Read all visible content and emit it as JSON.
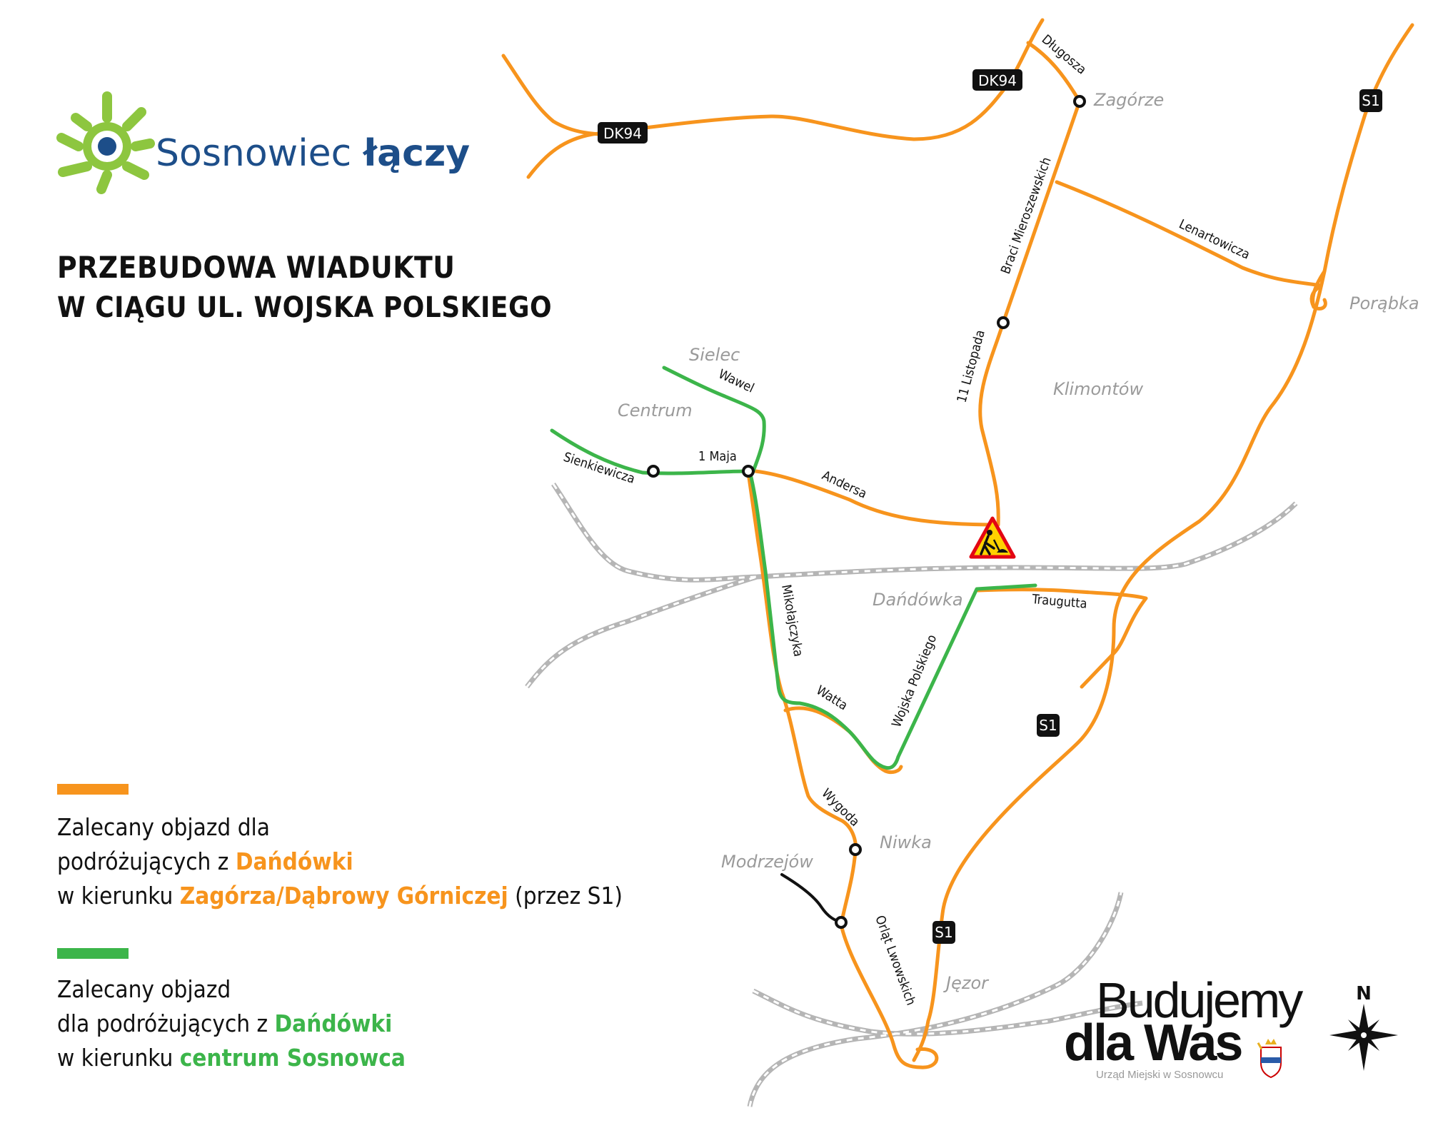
{
  "logo": {
    "text_regular": "Sosnowiec ",
    "text_bold": "łączy"
  },
  "title": "PRZEBUDOWA WIADUKTU",
  "subtitle": "W CIĄGU UL. WOJSKA POLSKIEGO",
  "legend": {
    "orange": {
      "line1": "Zalecany objazd dla",
      "line2_prefix": "podróżujących z ",
      "line2_hl": "Dańdówki",
      "line3_prefix": "w kierunku ",
      "line3_hl": "Zagórza/Dąbrowy Górniczej",
      "line3_suffix": " (przez S1)",
      "color": "#f7941d"
    },
    "green": {
      "line1": "Zalecany objazd",
      "line2_prefix": "dla podróżujących z ",
      "line2_hl": "Dańdówki",
      "line3_prefix": "w kierunku ",
      "line3_hl": "centrum Sosnowca",
      "color": "#3cb54a"
    }
  },
  "roads": {
    "dk94_a": "DK94",
    "dk94_b": "DK94",
    "s1_a": "S1",
    "s1_b": "S1",
    "s1_c": "S1"
  },
  "streets": {
    "dlugosza": "Długosza",
    "braci": "Braci Mieroszewskich",
    "lenartowicza": "Lenartowicza",
    "listopada": "11 Listopada",
    "wawel": "Wawel",
    "maja": "1 Maja",
    "sienkiewicza": "Sienkiewicza",
    "andersa": "Andersa",
    "traugutta": "Traugutta",
    "mikolajczyka": "Mikołajczyka",
    "wojska": "Wojska Polskiego",
    "watta": "Watta",
    "wygoda": "Wygoda",
    "orlat": "Orląt Lwowskich"
  },
  "districts": {
    "zagorze": "Zagórze",
    "porabka": "Porąbka",
    "klimontow": "Klimontów",
    "sielec": "Sielec",
    "centrum": "Centrum",
    "dandowka": "Dańdówka",
    "niwka": "Niwka",
    "modrzejow": "Modrzejów",
    "jezor": "Jęzor"
  },
  "branding": {
    "line1": "Budujemy",
    "line2": "dla Was",
    "line3": "Urząd Miejski w Sosnowcu",
    "compass": "N"
  },
  "colors": {
    "orange": "#f7941d",
    "green": "#3cb54a",
    "rail": "#b5b5b5",
    "badge": "#111111",
    "logo_blue": "#1d4e89",
    "logo_green": "#8dc63f"
  },
  "icons": {
    "roadwork": "roadwork-warning-icon",
    "compass": "compass-north-icon",
    "logo": "sun-logo-icon",
    "crest": "city-crest-icon"
  }
}
